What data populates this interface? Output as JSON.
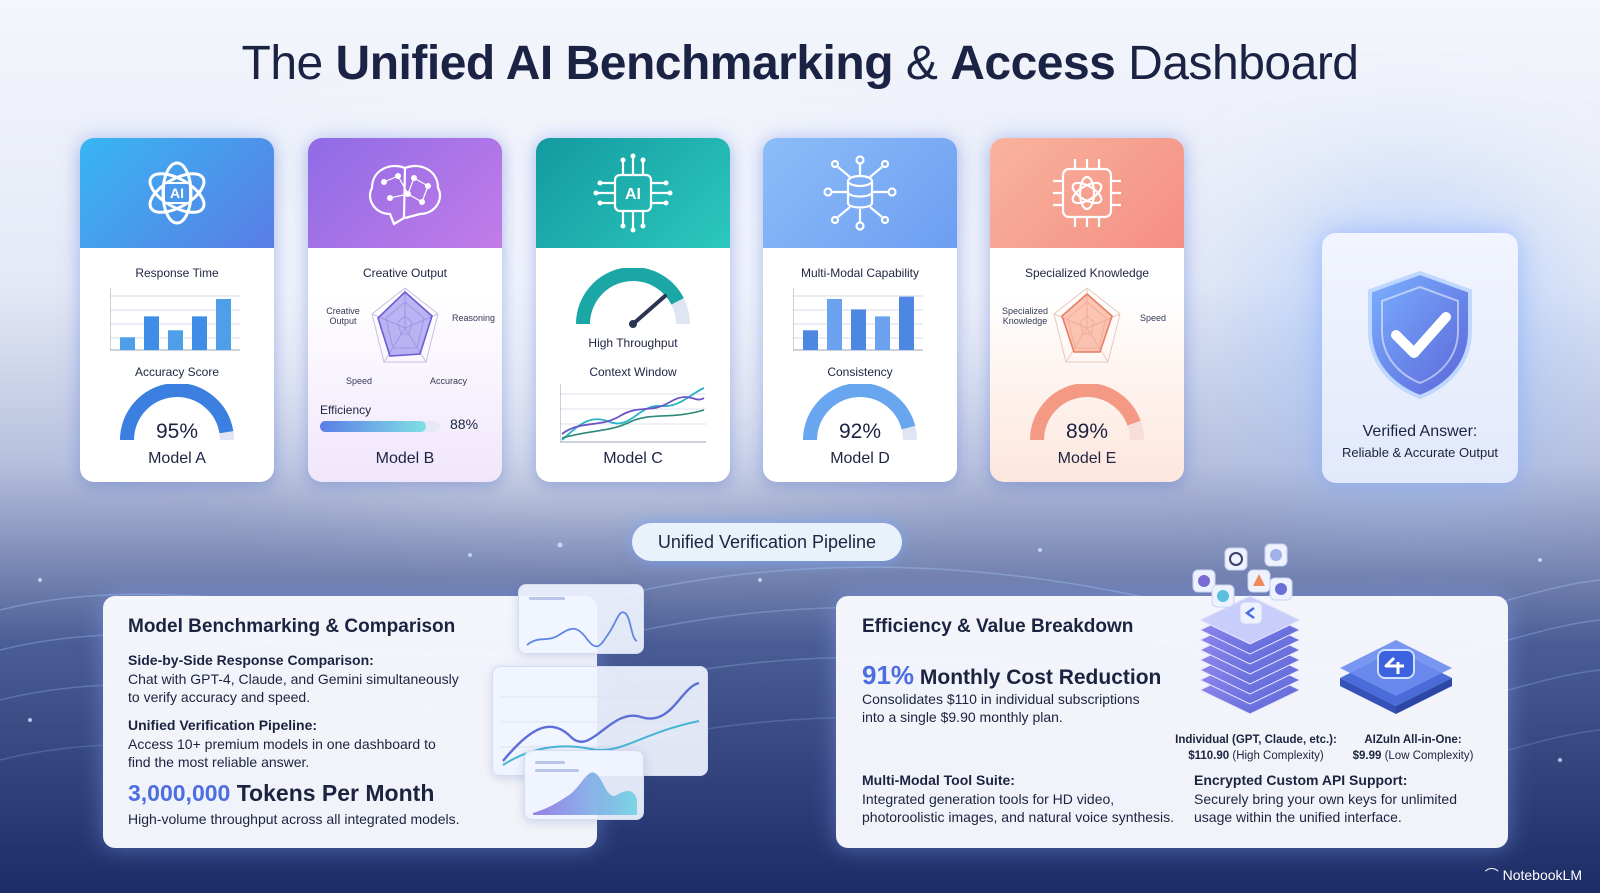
{
  "title": {
    "part1": "The ",
    "part2": "Unified AI Benchmarking",
    "part3": " & ",
    "part4": "Access",
    "part5": " Dashboard"
  },
  "models": [
    {
      "model": "Model A",
      "top_metric": "Response Time",
      "bottom_metric": "Accuracy Score",
      "value": "95%",
      "level": 0.95,
      "bars": [
        0.22,
        0.58,
        0.34,
        0.58,
        0.88
      ]
    },
    {
      "model": "Model B",
      "top_metric": "Creative Output",
      "radar_labels": [
        "Creative\nOutput",
        "Reasoning",
        "Speed",
        "Accuracy"
      ],
      "efficiency_label": "Efficiency",
      "value": "88%",
      "level": 0.88
    },
    {
      "model": "Model C",
      "gauge_label": "High Throughput",
      "bottom_metric": "Context Window",
      "level": 0.85
    },
    {
      "model": "Model D",
      "top_metric": "Multi-Modal Capability",
      "bottom_metric": "Consistency",
      "value": "92%",
      "level": 0.92,
      "bars": [
        0.34,
        0.88,
        0.7,
        0.58,
        0.92
      ]
    },
    {
      "model": "Model E",
      "top_metric": "Specialized Knowledge",
      "radar_labels": [
        "Specialized\nKnowledge",
        "Speed"
      ],
      "bottom_metric": "",
      "value": "89%",
      "level": 0.89
    }
  ],
  "verified": {
    "title": "Verified Answer:",
    "subtitle": "Reliable & Accurate Output"
  },
  "pipeline": {
    "label": "Unified Verification Pipeline"
  },
  "left_panel": {
    "heading": "Model Benchmarking & Comparison",
    "item1_title": "Side-by-Side Response Comparison:",
    "item1_text1": "Chat with GPT-4, Claude, and Gemini simultaneously",
    "item1_text2": "to verify accuracy and speed.",
    "item2_title": "Unified Verification Pipeline:",
    "item2_text1": "Access 10+ premium models in one dashboard to",
    "item2_text2": "find the most reliable answer.",
    "tokens_number": "3,000,000",
    "tokens_label": " Tokens Per Month",
    "tokens_text": "High-volume throughput across all integrated models."
  },
  "right_panel": {
    "heading": "Efficiency & Value Breakdown",
    "cost_pct": "91%",
    "cost_label": " Monthly Cost Reduction",
    "cost_text1": "Consolidates $110 in individual subscriptions",
    "cost_text2": "into a single $9.90 monthly plan.",
    "stack_left_title": "Individual (GPT, Claude, etc.):",
    "stack_left_price": "$110.90",
    "stack_left_note": " (High Complexity)",
    "stack_right_title": "AIZuIn All-in-One:",
    "stack_right_price": "$9.99",
    "stack_right_note": " (Low Complexity)",
    "tool_title": "Multi-Modal Tool Suite:",
    "tool_text1": "Integrated generation tools for HD video,",
    "tool_text2": "photoroolistic images, and natural voice synthesis.",
    "api_title": "Encrypted Custom API Support:",
    "api_text1": "Securely bring your own keys for unlimited",
    "api_text2": "usage within the unified interface."
  },
  "brand": "NotebookLM",
  "colors": {
    "blue": "#4a8ef0",
    "purple": "#a070e8",
    "teal": "#1fb8b0",
    "sky": "#7cb0f6",
    "coral": "#f69a86",
    "accent": "#4c6ee0"
  }
}
